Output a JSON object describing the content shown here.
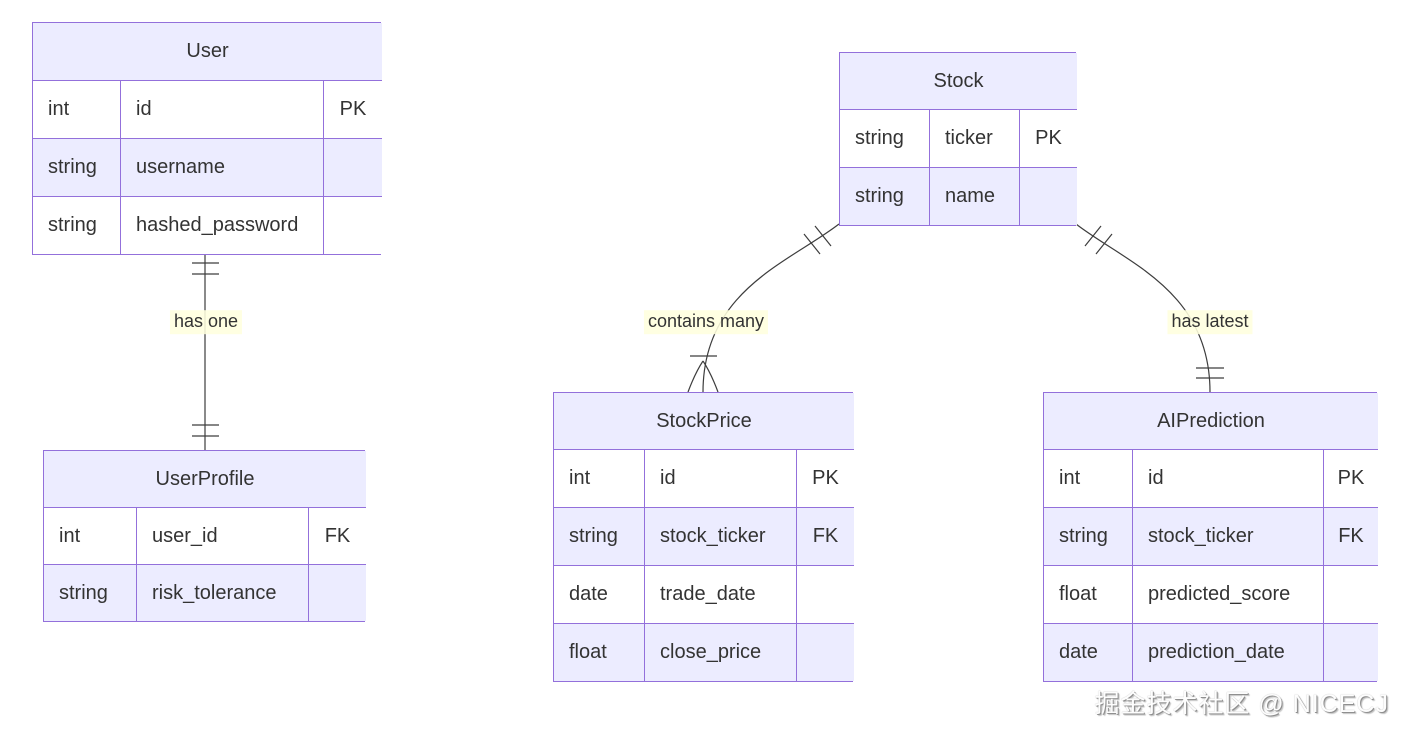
{
  "diagram": {
    "type": "entity-relationship-diagram",
    "watermark": "掘金技术社区 @ NICECJ",
    "colors": {
      "entity_border": "#9370DB",
      "header_fill": "#ECECFF",
      "row_even_fill": "#ECECFF",
      "row_odd_fill": "#ffffff",
      "relationship_line": "#3d3d3d",
      "text": "#333333",
      "label_background": "#ffffde"
    },
    "entities": [
      {
        "name": "User",
        "attributes": [
          {
            "type": "int",
            "name": "id",
            "key": "PK"
          },
          {
            "type": "string",
            "name": "username",
            "key": ""
          },
          {
            "type": "string",
            "name": "hashed_password",
            "key": ""
          }
        ]
      },
      {
        "name": "UserProfile",
        "attributes": [
          {
            "type": "int",
            "name": "user_id",
            "key": "FK"
          },
          {
            "type": "string",
            "name": "risk_tolerance",
            "key": ""
          }
        ]
      },
      {
        "name": "Stock",
        "attributes": [
          {
            "type": "string",
            "name": "ticker",
            "key": "PK"
          },
          {
            "type": "string",
            "name": "name",
            "key": ""
          }
        ]
      },
      {
        "name": "StockPrice",
        "attributes": [
          {
            "type": "int",
            "name": "id",
            "key": "PK"
          },
          {
            "type": "string",
            "name": "stock_ticker",
            "key": "FK"
          },
          {
            "type": "date",
            "name": "trade_date",
            "key": ""
          },
          {
            "type": "float",
            "name": "close_price",
            "key": ""
          }
        ]
      },
      {
        "name": "AIPrediction",
        "attributes": [
          {
            "type": "int",
            "name": "id",
            "key": "PK"
          },
          {
            "type": "string",
            "name": "stock_ticker",
            "key": "FK"
          },
          {
            "type": "float",
            "name": "predicted_score",
            "key": ""
          },
          {
            "type": "date",
            "name": "prediction_date",
            "key": ""
          }
        ]
      }
    ],
    "relationships": [
      {
        "from": "User",
        "to": "UserProfile",
        "label": "has one",
        "cardinality": "exactly-one to exactly-one"
      },
      {
        "from": "Stock",
        "to": "StockPrice",
        "label": "contains many",
        "cardinality": "exactly-one to one-or-many"
      },
      {
        "from": "Stock",
        "to": "AIPrediction",
        "label": "has latest",
        "cardinality": "exactly-one to exactly-one"
      }
    ]
  }
}
